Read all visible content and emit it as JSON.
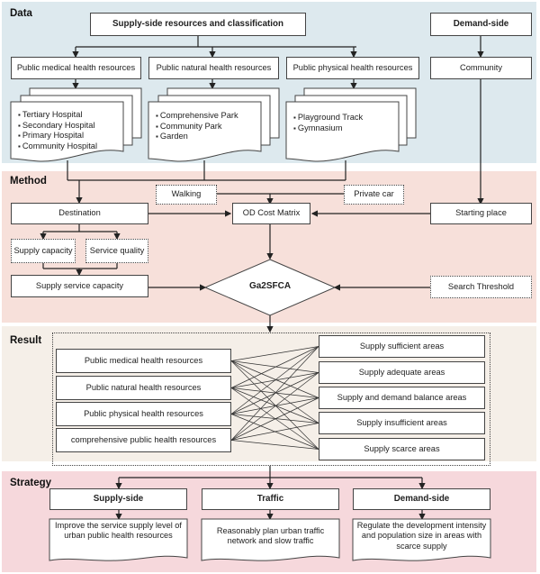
{
  "sections": {
    "data": "Data",
    "method": "Method",
    "result": "Result",
    "strategy": "Strategy"
  },
  "colors": {
    "data_band": "#dde9ee",
    "method_band": "#f7e0da",
    "result_band": "#f5efe8",
    "strategy_band": "#f6d8dc"
  },
  "data": {
    "supply_title": "Supply-side resources and classification",
    "demand_title": "Demand-side",
    "categories": [
      {
        "label": "Public medical health resources",
        "items": [
          "Tertiary Hospital",
          "Secondary Hospital",
          "Primary Hospital",
          "Community Hospital"
        ]
      },
      {
        "label": "Public natural health resources",
        "items": [
          "Comprehensive Park",
          "Community Park",
          "Garden"
        ]
      },
      {
        "label": "Public physical  health resources",
        "items": [
          "Playground Track",
          "Gymnasium"
        ]
      }
    ],
    "community": "Community"
  },
  "method": {
    "walking": "Walking",
    "private_car": "Private car",
    "destination": "Destination",
    "od_cost_matrix": "OD Cost Matrix",
    "starting_place": "Starting place",
    "supply_capacity": "Supply capacity",
    "service_quality": "Service quality",
    "supply_service_capacity": "Supply service capacity",
    "model": "Ga2SFCA",
    "search_threshold": "Search Threshold"
  },
  "result": {
    "resources": [
      "Public medical health resources",
      "Public natural health resources",
      "Public physical health resources",
      "comprehensive public health resources"
    ],
    "areas": [
      "Supply sufficient areas",
      "Supply adequate areas",
      "Supply and demand balance areas",
      "Supply insufficient areas",
      "Supply scarce areas"
    ]
  },
  "strategy": [
    {
      "title": "Supply-side",
      "text": "Improve the service supply level of urban public health resources"
    },
    {
      "title": "Traffic",
      "text": "Reasonably plan urban traffic network and slow traffic"
    },
    {
      "title": "Demand-side",
      "text": "Regulate the development intensity and population size in areas with scarce supply"
    }
  ]
}
